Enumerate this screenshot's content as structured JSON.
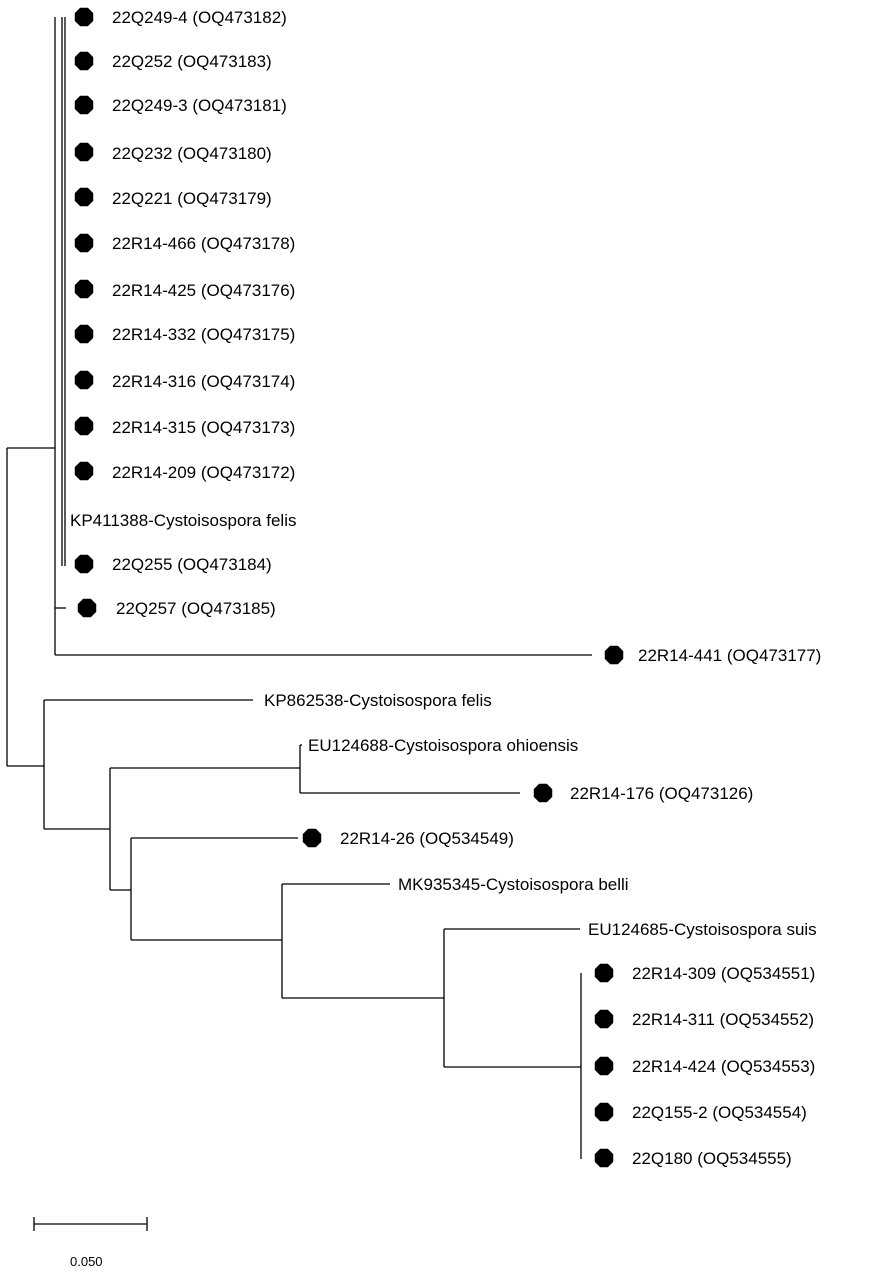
{
  "tree": {
    "labels": {
      "q249_4": "22Q249-4 (OQ473182)",
      "q252": "22Q252 (OQ473183)",
      "q249_3": "22Q249-3 (OQ473181)",
      "q232": "22Q232 (OQ473180)",
      "q221": "22Q221 (OQ473179)",
      "r466": "22R14-466 (OQ473178)",
      "r425": "22R14-425 (OQ473176)",
      "r332": "22R14-332 (OQ473175)",
      "r316": "22R14-316 (OQ473174)",
      "r315": "22R14-315 (OQ473173)",
      "r209": "22R14-209 (OQ473172)",
      "kp411388": "KP411388-Cystoisospora felis",
      "q255": "22Q255 (OQ473184)",
      "q257": "22Q257 (OQ473185)",
      "r441": "22R14-441 (OQ473177)",
      "kp862538": "KP862538-Cystoisospora felis",
      "eu124688": "EU124688-Cystoisospora ohioensis",
      "r176": "22R14-176 (OQ473126)",
      "r26": "22R14-26 (OQ534549)",
      "mk935345": "MK935345-Cystoisospora belli",
      "eu124685": "EU124685-Cystoisospora suis",
      "r309": "22R14-309 (OQ534551)",
      "r311": "22R14-311 (OQ534552)",
      "r424": "22R14-424 (OQ534553)",
      "q155_2": "22Q155-2 (OQ534554)",
      "q180": "22Q180 (OQ534555)"
    },
    "scale_bar_label": "0.050"
  }
}
